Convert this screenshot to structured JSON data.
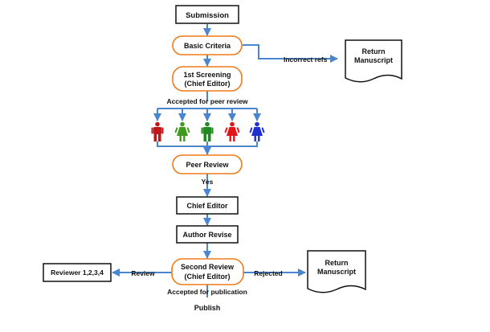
{
  "nodes": {
    "submission": "Submission",
    "basic_criteria": "Basic Criteria",
    "first_screening_line1": "1st Screening",
    "first_screening_line2": "(Chief Editor)",
    "peer_review": "Peer Review",
    "chief_editor": "Chief Editor",
    "author_revise": "Author Revise",
    "second_review_line1": "Second Review",
    "second_review_line2": "(Chief Editor)",
    "reviewer": "Reviewer 1,2,3,4",
    "return_top_line1": "Return",
    "return_top_line2": "Manuscript",
    "return_bottom_line1": "Return",
    "return_bottom_line2": "Manuscript",
    "publish": "Publish"
  },
  "edge_labels": {
    "incorrect_refs": "Incorrect refs",
    "accepted_peer": "Accepted for peer review",
    "yes": "Yes",
    "review": "Review",
    "rejected": "Rejected",
    "accepted_publication": "Accepted for publication"
  },
  "reviewer_figures": [
    {
      "type": "male",
      "color": "#c0161a"
    },
    {
      "type": "female",
      "color": "#3f9a1f"
    },
    {
      "type": "male",
      "color": "#1f8a1f"
    },
    {
      "type": "female",
      "color": "#e0161a"
    },
    {
      "type": "female",
      "color": "#1f2fd0"
    }
  ],
  "colors": {
    "arrow": "#4a86cf",
    "pill_border": "#f07a1a",
    "box_border": "#111111"
  },
  "icons": {
    "reviewer_figures": "person-icon"
  }
}
